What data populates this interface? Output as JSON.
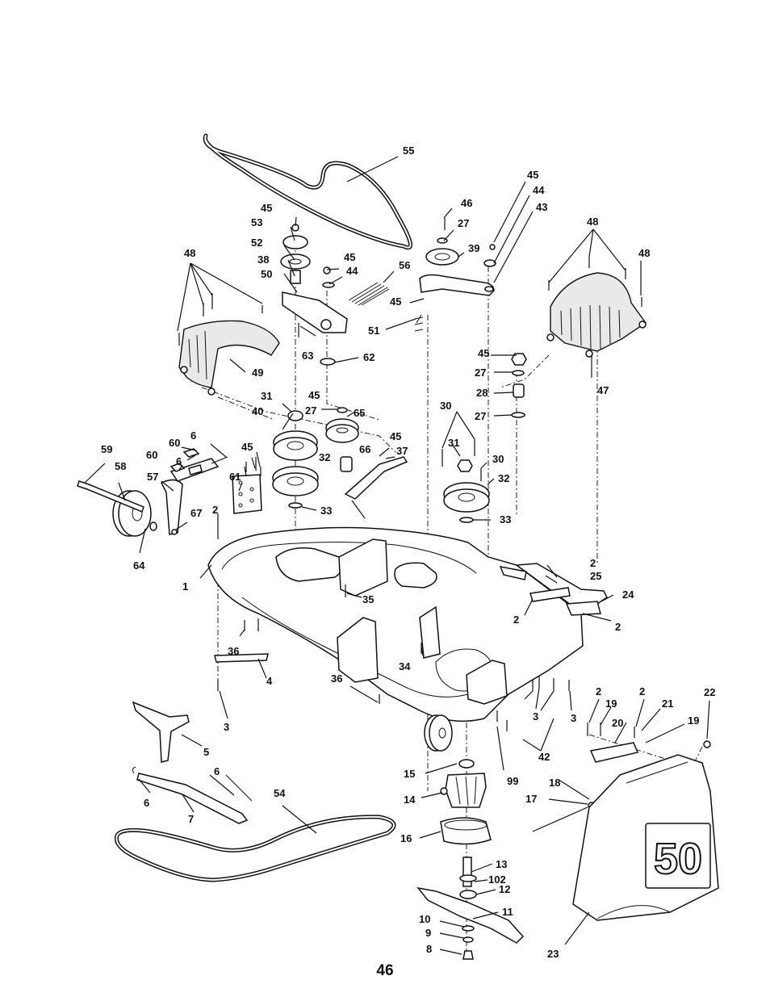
{
  "page_number": "46",
  "deck_number": "50",
  "callouts": {
    "c1": "1",
    "c2a": "2",
    "c2b": "2",
    "c2c": "2",
    "c2d": "2",
    "c2e": "2",
    "c2f": "2",
    "c2g": "2",
    "c3a": "3",
    "c3b": "3",
    "c3c": "3",
    "c4": "4",
    "c5": "5",
    "c6a": "6",
    "c6b": "6",
    "c6c": "6",
    "c6d": "6",
    "c7": "7",
    "c8": "8",
    "c9": "9",
    "c10": "10",
    "c11": "11",
    "c12": "12",
    "c13": "13",
    "c14": "14",
    "c15": "15",
    "c16": "16",
    "c17": "17",
    "c18": "18",
    "c19a": "19",
    "c19b": "19",
    "c20": "20",
    "c21": "21",
    "c22": "22",
    "c23": "23",
    "c24": "24",
    "c25": "25",
    "c27a": "27",
    "c27b": "27",
    "c27c": "27",
    "c27d": "27",
    "c28": "28",
    "c30a": "30",
    "c30b": "30",
    "c31a": "31",
    "c31b": "31",
    "c32a": "32",
    "c32b": "32",
    "c33a": "33",
    "c33b": "33",
    "c34": "34",
    "c35": "35",
    "c36a": "36",
    "c36b": "36",
    "c37": "37",
    "c38": "38",
    "c39": "39",
    "c40": "40",
    "c42": "42",
    "c43": "43",
    "c44a": "44",
    "c44b": "44",
    "c45a": "45",
    "c45b": "45",
    "c45c": "45",
    "c45d": "45",
    "c45e": "45",
    "c45f": "45",
    "c45g": "45",
    "c45h": "45",
    "c46": "46",
    "c47": "47",
    "c48a": "48",
    "c48b": "48",
    "c48c": "48",
    "c49": "49",
    "c50": "50",
    "c51": "51",
    "c52": "52",
    "c53": "53",
    "c54": "54",
    "c55": "55",
    "c56": "56",
    "c57": "57",
    "c58": "58",
    "c59": "59",
    "c60a": "60",
    "c60b": "60",
    "c61": "61",
    "c62": "62",
    "c63": "63",
    "c64": "64",
    "c65": "65",
    "c66": "66",
    "c67": "67",
    "c99": "99",
    "c102": "102"
  }
}
